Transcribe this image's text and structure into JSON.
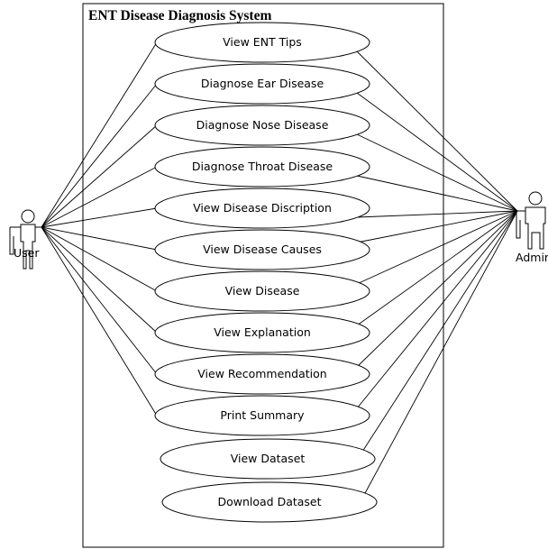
{
  "system": {
    "title": "ENT Disease Diagnosis System"
  },
  "actors": {
    "user": {
      "label": "User"
    },
    "admin": {
      "label": "Admin"
    }
  },
  "use_cases": [
    {
      "id": "view-ent-tips",
      "label": "View ENT Tips",
      "user": true,
      "admin": true
    },
    {
      "id": "diagnose-ear-disease",
      "label": "Diagnose Ear Disease",
      "user": true,
      "admin": true
    },
    {
      "id": "diagnose-nose-disease",
      "label": "Diagnose Nose Disease",
      "user": true,
      "admin": true
    },
    {
      "id": "diagnose-throat-disease",
      "label": "Diagnose Throat Disease",
      "user": true,
      "admin": true
    },
    {
      "id": "view-disease-discription",
      "label": "View Disease Discription",
      "user": true,
      "admin": true
    },
    {
      "id": "view-disease-causes",
      "label": "View Disease Causes",
      "user": true,
      "admin": true
    },
    {
      "id": "view-disease",
      "label": "View Disease",
      "user": true,
      "admin": true
    },
    {
      "id": "view-explanation",
      "label": "View Explanation",
      "user": true,
      "admin": true
    },
    {
      "id": "view-recommendation",
      "label": "View Recommendation",
      "user": true,
      "admin": true
    },
    {
      "id": "print-summary",
      "label": "Print Summary",
      "user": true,
      "admin": true
    },
    {
      "id": "view-dataset",
      "label": "View Dataset",
      "user": false,
      "admin": true
    },
    {
      "id": "download-dataset",
      "label": "Download Dataset",
      "user": false,
      "admin": true
    }
  ],
  "colors": {
    "stroke": "#000000",
    "fill": "#ffffff"
  }
}
